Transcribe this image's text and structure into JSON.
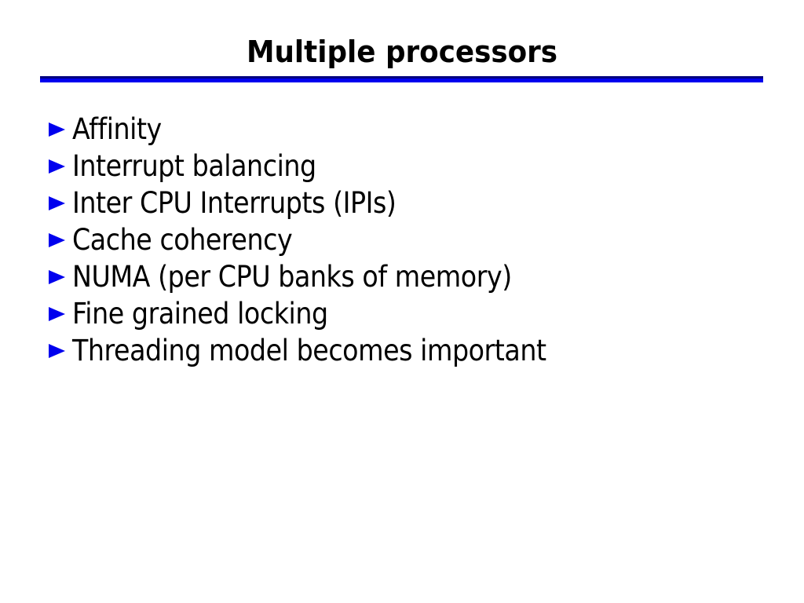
{
  "slide": {
    "title": "Multiple processors",
    "bullet_icon": "triangle-right-icon",
    "bullets": [
      "Affinity",
      "Interrupt balancing",
      "Inter CPU Interrupts (IPIs)",
      "Cache coherency",
      "NUMA (per CPU banks of memory)",
      "Fine grained locking",
      "Threading model becomes important"
    ],
    "colors": {
      "bullet_blue": "#0000EE",
      "rule_top": "#000080",
      "rule_bottom": "#0000EE",
      "text": "#000000",
      "background": "#FFFFFF"
    }
  }
}
